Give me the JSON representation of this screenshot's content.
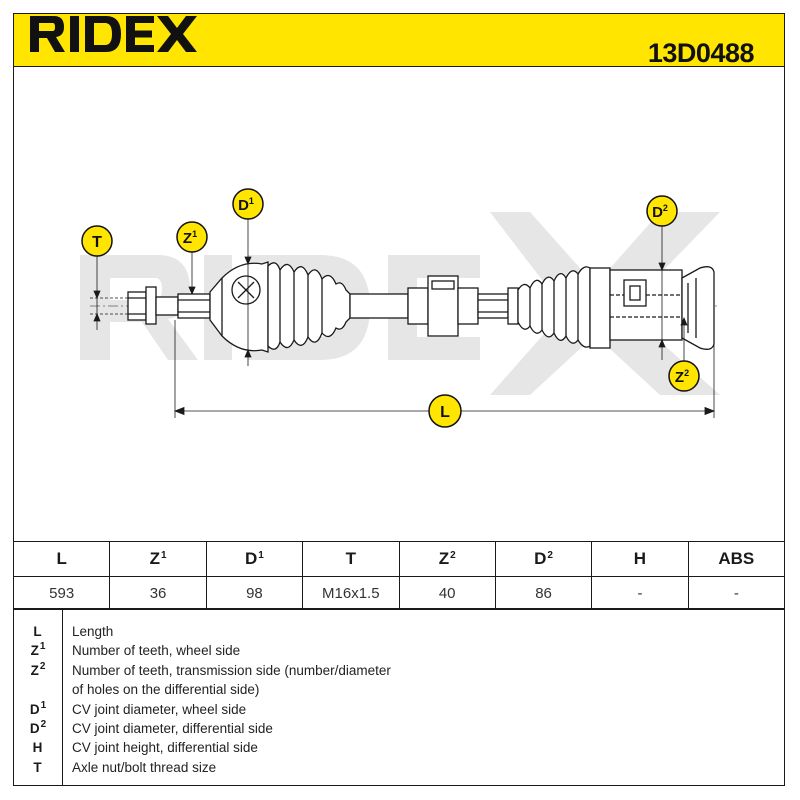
{
  "header": {
    "brand": "RIDEX",
    "part_number": "13D0488",
    "accent_color": "#ffe500"
  },
  "watermark": "RIDEX",
  "labels": {
    "T": "T",
    "Z1": "Z",
    "Z1_sup": "1",
    "D1": "D",
    "D1_sup": "1",
    "D2": "D",
    "D2_sup": "2",
    "Z2": "Z",
    "Z2_sup": "2",
    "L": "L"
  },
  "table": {
    "headers": [
      {
        "t": "L",
        "s": ""
      },
      {
        "t": "Z",
        "s": "1"
      },
      {
        "t": "D",
        "s": "1"
      },
      {
        "t": "T",
        "s": ""
      },
      {
        "t": "Z",
        "s": "2"
      },
      {
        "t": "D",
        "s": "2"
      },
      {
        "t": "H",
        "s": ""
      },
      {
        "t": "ABS",
        "s": ""
      }
    ],
    "values": [
      "593",
      "36",
      "98",
      "M16x1.5",
      "40",
      "86",
      "-",
      "-"
    ]
  },
  "legend": [
    {
      "sym": "L",
      "sup": "",
      "text": "Length"
    },
    {
      "sym": "Z",
      "sup": "1",
      "text": "Number of teeth, wheel side"
    },
    {
      "sym": "Z",
      "sup": "2",
      "text": "Number of teeth, transmission side (number/diameter"
    },
    {
      "sym": "",
      "sup": "",
      "text": "of holes on the differential side)"
    },
    {
      "sym": "D",
      "sup": "1",
      "text": "CV joint diameter, wheel side"
    },
    {
      "sym": "D",
      "sup": "2",
      "text": "CV joint diameter, differential side"
    },
    {
      "sym": "H",
      "sup": "",
      "text": "CV joint height, differential side"
    },
    {
      "sym": "T",
      "sup": "",
      "text": "Axle nut/bolt thread size"
    }
  ]
}
